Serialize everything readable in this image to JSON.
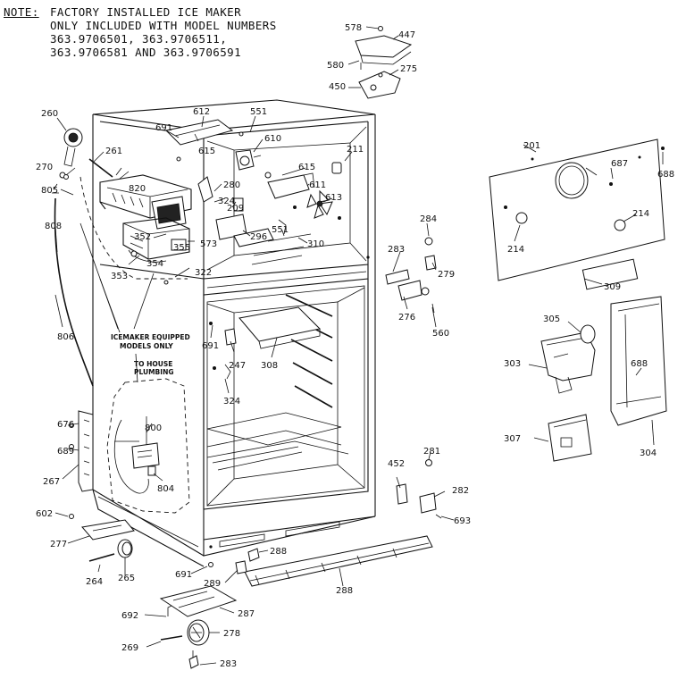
{
  "note": {
    "label": "NOTE:",
    "lines": [
      "FACTORY INSTALLED ICE MAKER",
      "ONLY INCLUDED WITH MODEL NUMBERS",
      "363.9706501, 363.9706511,",
      "363.9706581 AND 363.9706591"
    ]
  },
  "annotations": {
    "icemaker_line1": "ICEMAKER EQUIPPED",
    "icemaker_line2": "MODELS ONLY",
    "plumbing_line1": "TO HOUSE",
    "plumbing_line2": "PLUMBING"
  },
  "parts": {
    "p578": "578",
    "p447": "447",
    "p580": "580",
    "p275": "275",
    "p450": "450",
    "p260": "260",
    "p691a": "691",
    "p612": "612",
    "p551a": "551",
    "p615a": "615",
    "p610": "610",
    "p211": "211",
    "p261": "261",
    "p615b": "615",
    "p611": "611",
    "p270": "270",
    "p805": "805",
    "p820": "820",
    "p324a": "324",
    "p280": "280",
    "p209": "209",
    "p613": "613",
    "p808": "808",
    "p296": "296",
    "p551b": "551",
    "p310": "310",
    "p352": "352",
    "p355": "355",
    "p573": "573",
    "p354": "354",
    "p353": "353",
    "p322": "322",
    "p201": "201",
    "p687": "687",
    "p688a": "688",
    "p214a": "214",
    "p214b": "214",
    "p284": "284",
    "p283a": "283",
    "p279": "279",
    "p309": "309",
    "p276": "276",
    "p560": "560",
    "p806": "806",
    "p691b": "691",
    "p247": "247",
    "p308": "308",
    "p324b": "324",
    "p305": "305",
    "p303": "303",
    "p688b": "688",
    "p304": "304",
    "p307": "307",
    "p676": "676",
    "p800": "800",
    "p689": "689",
    "p267": "267",
    "p804": "804",
    "p281": "281",
    "p452": "452",
    "p282": "282",
    "p693": "693",
    "p602": "602",
    "p277": "277",
    "p288a": "288",
    "p264": "264",
    "p265": "265",
    "p691c": "691",
    "p289": "289",
    "p288b": "288",
    "p287": "287",
    "p692": "692",
    "p278": "278",
    "p269": "269",
    "p283b": "283"
  }
}
